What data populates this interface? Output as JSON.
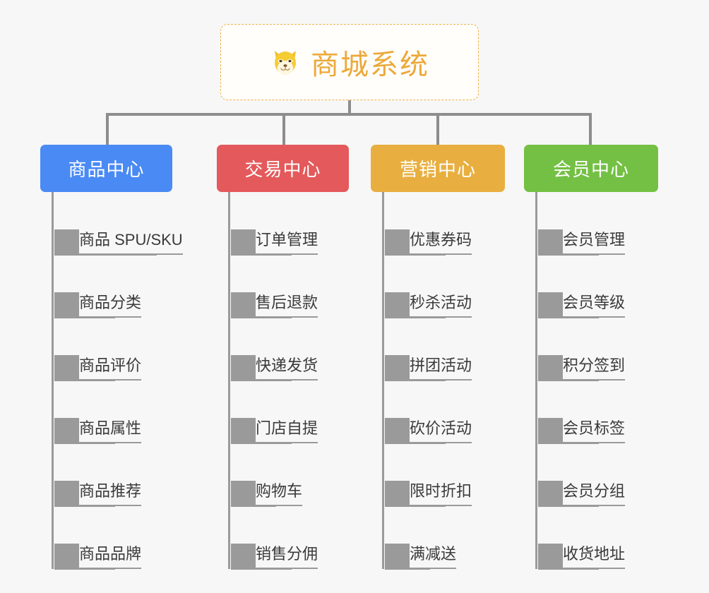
{
  "background_color": "#f7f7f7",
  "root": {
    "icon": "shiba-dog-face-icon",
    "icon_glyph": "🐕",
    "title": "商城系统",
    "title_color": "#eca93a",
    "border_color": "#f0b24a"
  },
  "connector_color": "#8d8d8d",
  "branches": [
    {
      "label": "商品中心",
      "color": "#4a8af4",
      "items": [
        "商品 SPU/SKU",
        "商品分类",
        "商品评价",
        "商品属性",
        "商品推荐",
        "商品品牌"
      ]
    },
    {
      "label": "交易中心",
      "color": "#e4595b",
      "items": [
        "订单管理",
        "售后退款",
        "快递发货",
        "门店自提",
        "购物车",
        "销售分佣"
      ]
    },
    {
      "label": "营销中心",
      "color": "#e8af40",
      "items": [
        "优惠券码",
        "秒杀活动",
        "拼团活动",
        "砍价活动",
        "限时折扣",
        "满减送"
      ]
    },
    {
      "label": "会员中心",
      "color": "#74c044",
      "items": [
        "会员管理",
        "会员等级",
        "积分签到",
        "会员标签",
        "会员分组",
        "收货地址"
      ]
    }
  ]
}
